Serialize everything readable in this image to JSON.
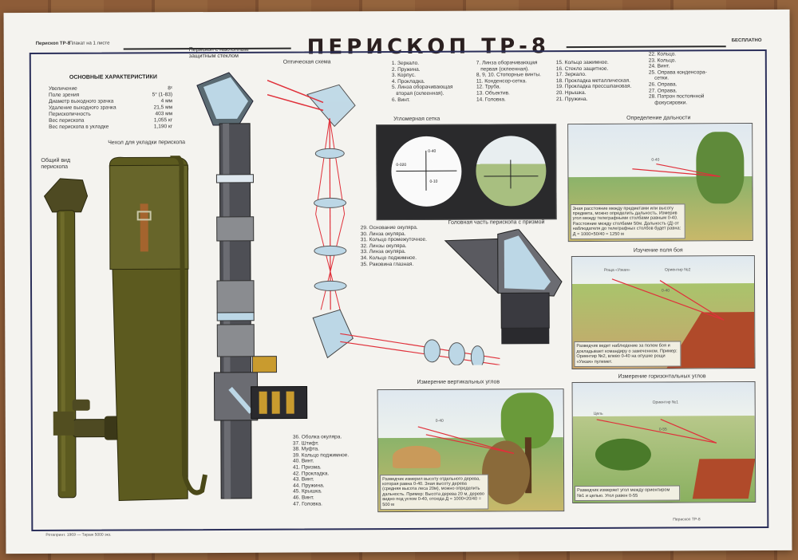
{
  "header": {
    "left": "Перископ ТР-8",
    "left_small": "Плакат на 1 листе",
    "title": "ПЕРИСКОП ТР-8",
    "right": "БЕСПЛАТНО"
  },
  "specs": {
    "heading": "ОСНОВНЫЕ ХАРАКТЕРИСТИКИ",
    "rows": [
      {
        "label": "Увеличение",
        "value": "8ˣ"
      },
      {
        "label": "Поле зрения",
        "value": "5° (1-83)"
      },
      {
        "label": "Диаметр выходного зрачка",
        "value": "4 мм"
      },
      {
        "label": "Удаление выходного зрачка",
        "value": "21,5 мм"
      },
      {
        "label": "Перископичность",
        "value": "403 мм"
      },
      {
        "label": "Вес перископа",
        "value": "1,055 кг"
      },
      {
        "label": "Вес перископа в укладке",
        "value": "1,190 кг"
      }
    ]
  },
  "labels": {
    "general_view": "Общий вид перископа",
    "case": "Чехол для укладки перископа",
    "tilted_glass": "Перископ с наклонным защитным стеклом",
    "optical_scheme": "Оптическая схема",
    "reticle": "Угломерная сетка",
    "head": "Головная часть перископа с призмой",
    "distance": "Определение дальности",
    "battlefield": "Изучение поля боя",
    "vertical": "Измерение вертикальных углов",
    "horizontal": "Измерение горизонтальных углов"
  },
  "parts": {
    "col1": "1. Зеркало.\n2. Пружина.\n3. Корпус.\n4. Прокладка.\n5. Линза оборачивающая\n   вторая (склеенная).\n6. Винт.",
    "col2": "7. Линза оборачивающая\n   первая (склеенная).\n8, 9, 10. Стопорные винты.\n11. Конденсор-сетка.\n12. Труба.\n13. Объектив.\n14. Головка.",
    "col3": "15. Кольцо зажимное.\n16. Стекло защитное.\n17. Зеркало.\n18. Прокладка металлическая.\n19. Прокладка прессшпановая.\n20. Нрышка.\n21. Пружина.",
    "col4": "22. Кольцо.\n23. Кольцо.\n24. Винт.\n25. Оправа конденсора-\n    сетки.\n26. Оправа.\n27. Оправа.\n28. Патрон постоянной\n    фокусировки.",
    "col5": "29. Основание окуляра.\n30. Линза окуляра.\n31. Кольцо промежуточное.\n32. Линзы окуляра.\n33. Линза окуляра.\n34. Кольцо поджимное.\n35. Раковина глазная.",
    "col6": "36. Оболка окуляра.\n37. Штифт.\n38. Муфта.\n39. Кольцо поджимное.\n40. Винт.\n41. Призма.\n42. Прокладка.\n43. Винт.\n44. Пружина.\n45. Крышка.\n46. Винт.\n47. Головка."
  },
  "captions": {
    "distance": "Зная расстояние между предметами или высоту предмета, можно определить дальность. Измерив угол между телеграфными столбами равным 0-40. Расстояние между столбами 50м. Дальность (Д) от наблюдателя до телеграфных столбов будет равна: Д = 1000×50/40 = 1250 м",
    "battlefield": "Разведчик ведет наблюдение за полем боя и докладывает командиру о замеченном. Пример: Ориентир №2, влево 0-40 на опушке рощи «Узкая» пулемет.",
    "vertical": "Разведчик измерил высоту отдельного дерева, которая равна 0-40. Зная высоту дерева (средняя высота леса 20м), можно определить дальность. Пример: Высота дерева 20 м, дерево видно под углом 0-40, отсюда Д = 1000×20/40 = 500 м",
    "horizontal": "Разведчик измеряет угол между ориентиром №1 и целью. Угол равен 0-55"
  },
  "scene_text": {
    "grove": "Роща «Узкая»",
    "landmark2": "Ориентир №2",
    "landmark1": "Ориентир №1",
    "target": "Цель",
    "a040": "0-40",
    "a055": "0-55"
  },
  "reticle_text": {
    "r0020": "0-020",
    "r040": "0-40",
    "r010": "0-10"
  },
  "footer": {
    "left": "Ротапринт. 1969 — Тираж 5000 экз.",
    "right": "Перископ ТР-8"
  },
  "colors": {
    "frame": "#2b2f5a",
    "case_olive": "#5c5a1f",
    "periscope_body": "#4e4f55",
    "beam": "#e0303a",
    "optic_blue": "#bcd7e6"
  }
}
